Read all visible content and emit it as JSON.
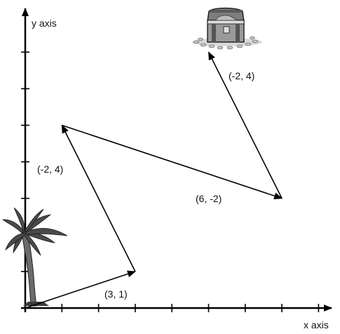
{
  "diagram": {
    "axes": {
      "x_label": "x axis",
      "y_label": "y axis"
    },
    "start_icon": "palm-tree-icon",
    "end_icon": "treasure-chest-icon",
    "colors": {
      "ink": "#000000",
      "tree_trunk": "#6b6b6b",
      "tree_leaves": "#4a4a4a",
      "chest_body": "#9a9a9a",
      "coins": "#c4c4c4"
    },
    "vectors": [
      {
        "label": "(3, 1)",
        "from": [
          0,
          0
        ],
        "to": [
          3,
          1
        ]
      },
      {
        "label": "(-2, 4)",
        "from": [
          3,
          1
        ],
        "to": [
          1,
          5
        ]
      },
      {
        "label": "(6, -2)",
        "from": [
          1,
          5
        ],
        "to": [
          7,
          3
        ]
      },
      {
        "label": "(-2, 4)",
        "from": [
          7,
          3
        ],
        "to": [
          5,
          7
        ]
      }
    ]
  }
}
